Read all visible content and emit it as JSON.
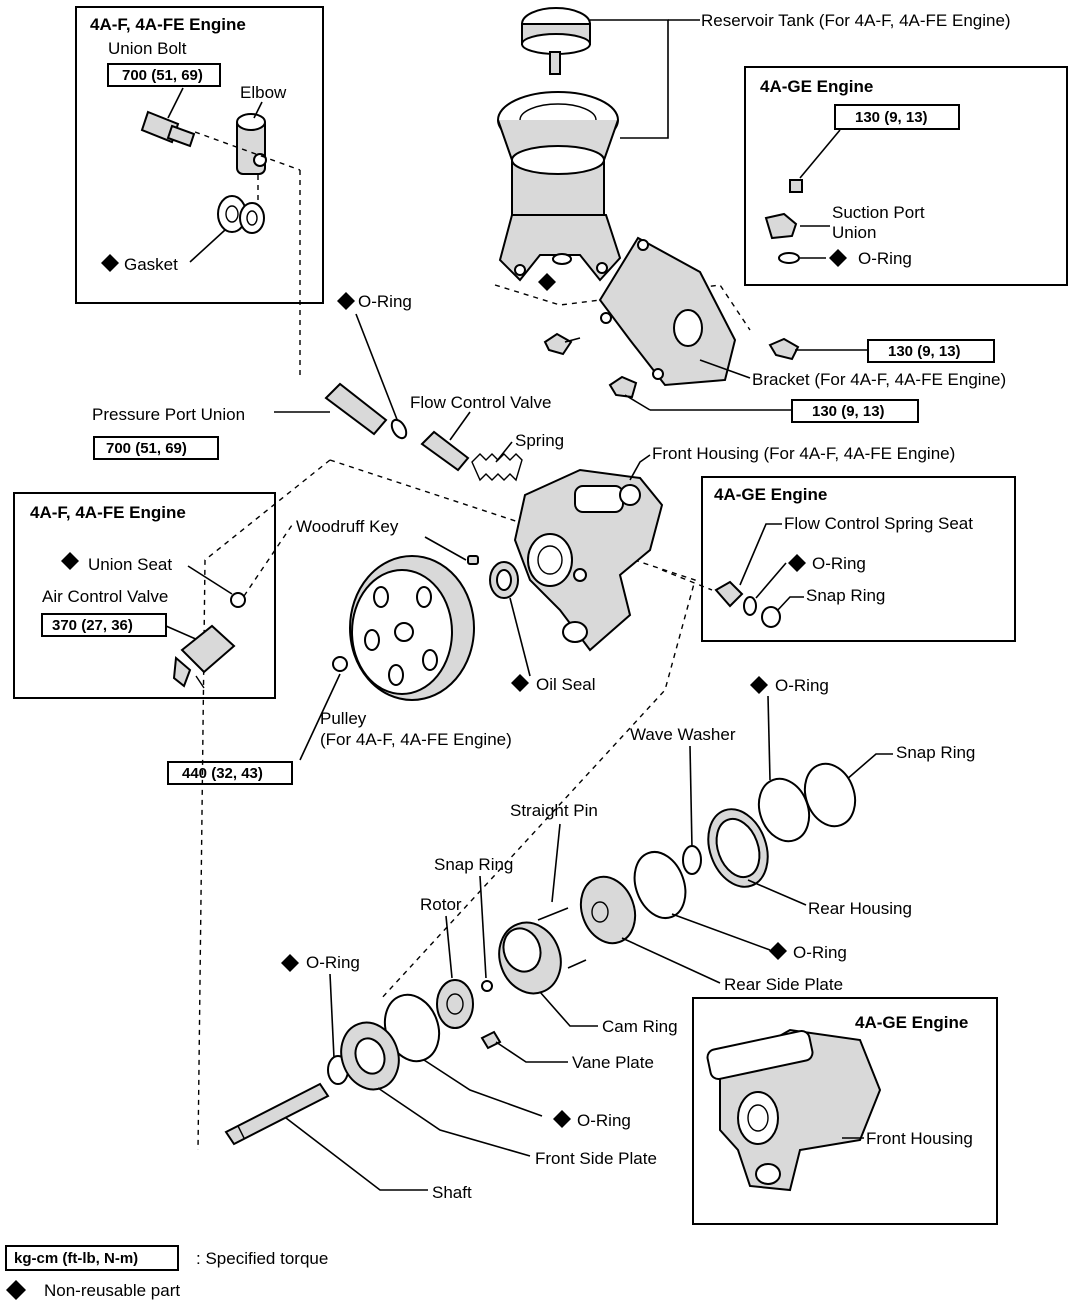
{
  "boxes": {
    "top_left": {
      "title": "4A-F, 4A-FE Engine",
      "union_bolt": "Union Bolt",
      "union_bolt_torque": "700 (51, 69)",
      "elbow": "Elbow",
      "gasket": "Gasket"
    },
    "top_right": {
      "title": "4A-GE Engine",
      "torque": "130 (9, 13)",
      "suction_port_union_1": "Suction Port",
      "suction_port_union_2": "Union",
      "o_ring": "O-Ring"
    },
    "mid_left": {
      "title": "4A-F, 4A-FE Engine",
      "union_seat": "Union Seat",
      "air_control_valve": "Air Control Valve",
      "torque": "370 (27, 36)"
    },
    "mid_right": {
      "title": "4A-GE Engine",
      "flow_control_spring_seat": "Flow Control Spring Seat",
      "o_ring": "O-Ring",
      "snap_ring": "Snap Ring"
    },
    "bottom_right": {
      "title": "4A-GE Engine",
      "front_housing": "Front Housing"
    }
  },
  "labels": {
    "reservoir_tank": "Reservoir Tank (For 4A-F, 4A-FE Engine)",
    "o_ring_top": "O-Ring",
    "bracket": "Bracket (For 4A-F, 4A-FE Engine)",
    "torque_bracket_1": "130 (9, 13)",
    "torque_bracket_2": "130 (9, 13)",
    "pressure_port_union": "Pressure Port Union",
    "torque_pressure_port": "700 (51, 69)",
    "flow_control_valve": "Flow Control Valve",
    "spring": "Spring",
    "front_housing_main": "Front Housing (For 4A-F, 4A-FE Engine)",
    "woodruff_key": "Woodruff Key",
    "oil_seal": "Oil Seal",
    "pulley_1": "Pulley",
    "pulley_2": "(For 4A-F, 4A-FE Engine)",
    "torque_pulley": "440 (32, 43)",
    "o_ring_right": "O-Ring",
    "wave_washer": "Wave Washer",
    "snap_ring_right": "Snap Ring",
    "straight_pin": "Straight Pin",
    "rear_housing": "Rear Housing",
    "snap_ring_mid": "Snap Ring",
    "rotor": "Rotor",
    "o_ring_rear": "O-Ring",
    "rear_side_plate": "Rear Side Plate",
    "o_ring_left": "O-Ring",
    "cam_ring": "Cam Ring",
    "vane_plate": "Vane Plate",
    "o_ring_bottom": "O-Ring",
    "front_side_plate": "Front Side Plate",
    "shaft": "Shaft"
  },
  "legend": {
    "torque_box": "kg-cm (ft-lb, N-m)",
    "torque_text": ":  Specified torque",
    "nonreusable_text": "Non-reusable part"
  }
}
